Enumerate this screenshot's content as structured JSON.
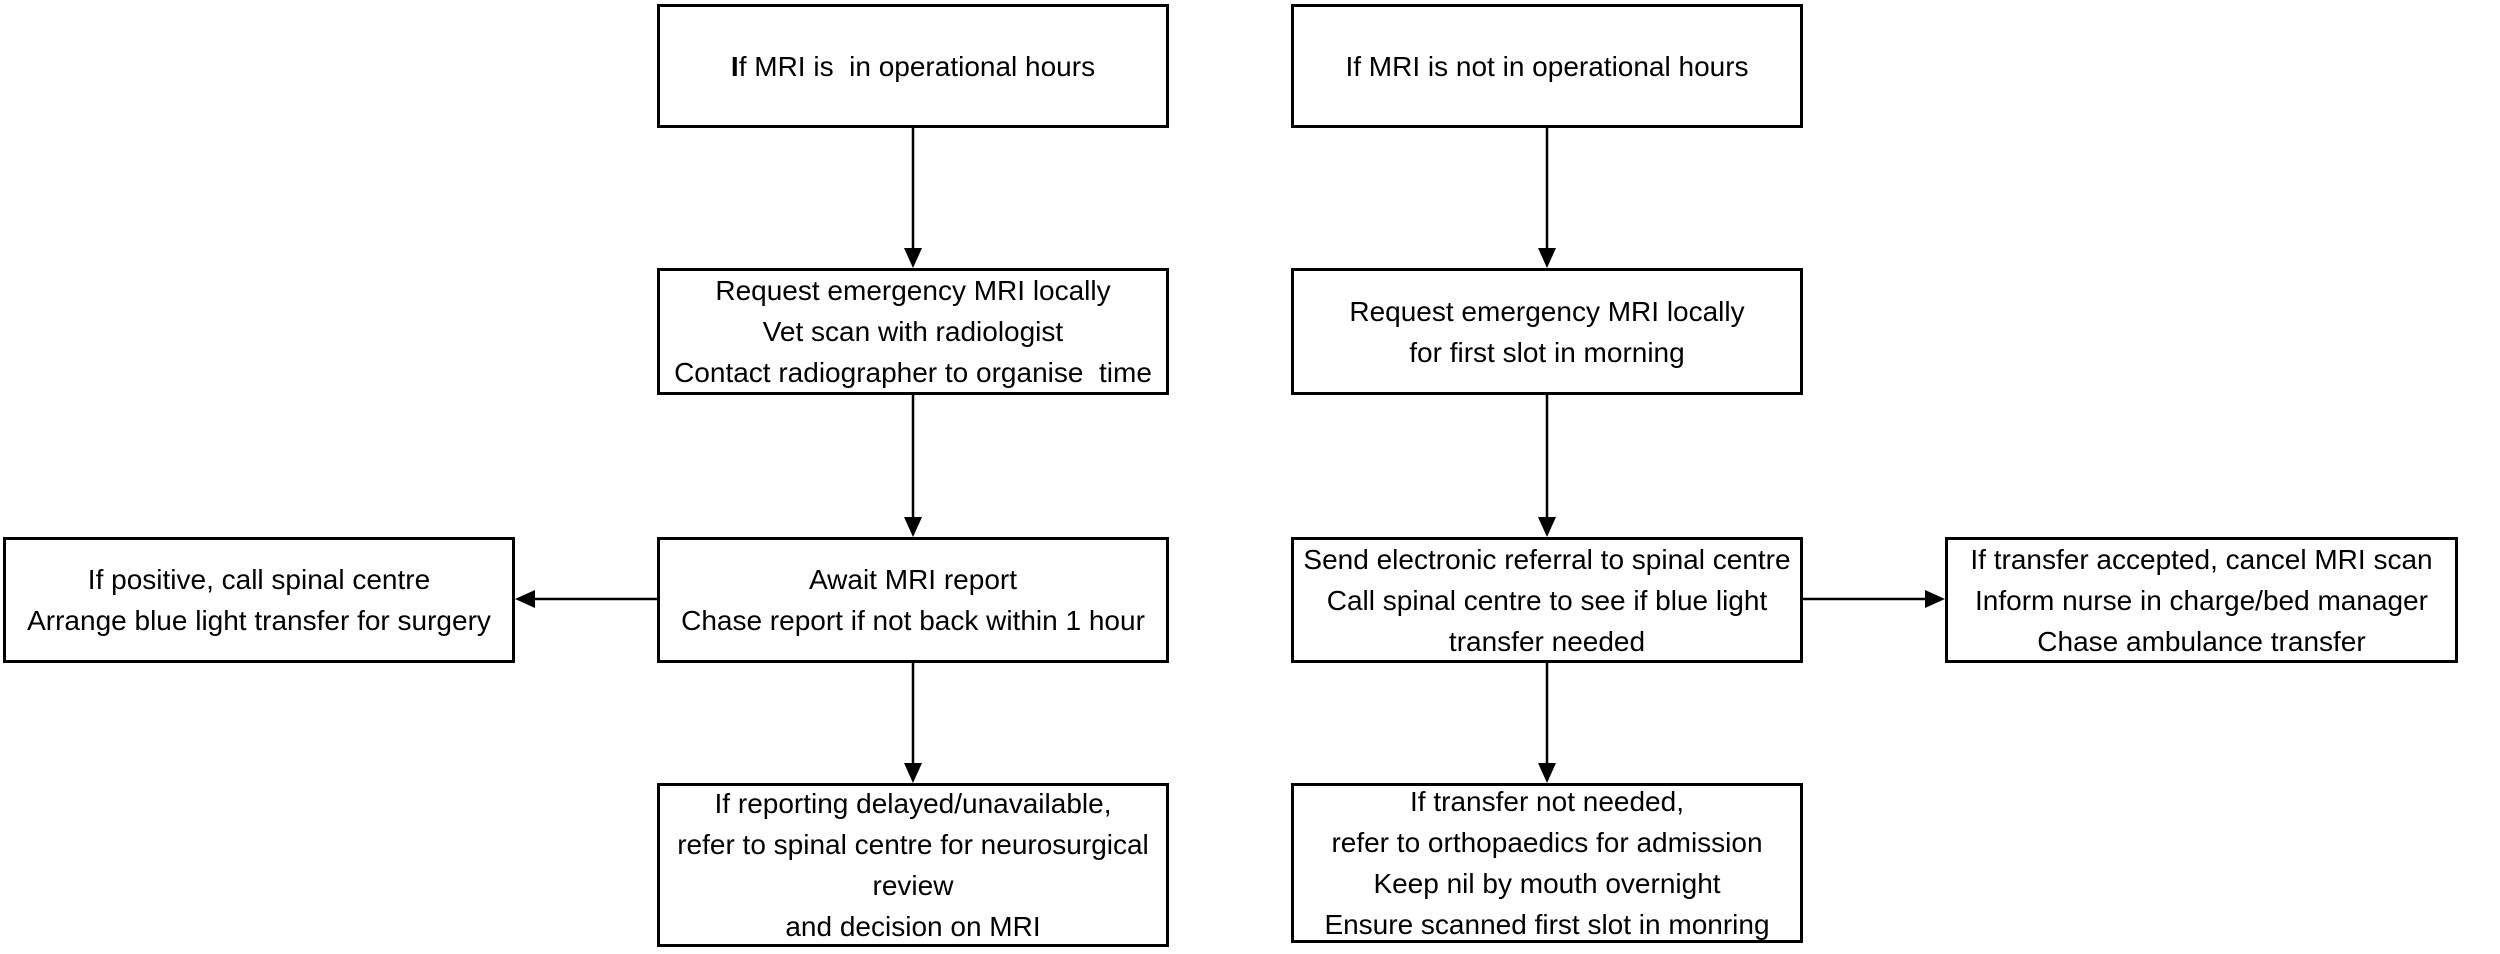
{
  "flowchart": {
    "background_color": "#ffffff",
    "line_color": "#000000",
    "text_color": "#000000",
    "boxes": [
      {
        "id": "box-if-mri-in-operational-hours",
        "lines": [
          "If MRI is  in operational hours"
        ]
      },
      {
        "id": "box-if-mri-not-in-operational-hours",
        "lines": [
          "If MRI is not in operational hours"
        ]
      },
      {
        "id": "box-request-mri-locally",
        "lines": [
          "Request emergency MRI locally",
          "Vet scan with radiologist",
          "Contact radiographer to organise  time"
        ]
      },
      {
        "id": "box-request-mri-first-slot",
        "lines": [
          "Request emergency MRI locally",
          "for first slot in morning"
        ]
      },
      {
        "id": "box-if-positive-call-spinal-centre",
        "lines": [
          "If positive, call spinal centre",
          "Arrange blue light transfer for surgery"
        ]
      },
      {
        "id": "box-await-mri-report",
        "lines": [
          "Await MRI report",
          "Chase report if not back within 1 hour"
        ]
      },
      {
        "id": "box-send-electronic-referral",
        "lines": [
          "Send electronic referral to spinal centre",
          "Call spinal centre to see if blue light",
          "transfer needed"
        ]
      },
      {
        "id": "box-if-transfer-accepted",
        "lines": [
          "If transfer accepted, cancel MRI scan",
          "Inform nurse in charge/bed manager",
          "Chase ambulance transfer"
        ]
      },
      {
        "id": "box-if-reporting-delayed",
        "lines": [
          "If reporting delayed/unavailable,",
          "refer to spinal centre for neurosurgical",
          "review",
          "and decision on MRI"
        ]
      },
      {
        "id": "box-if-transfer-not-needed",
        "lines": [
          "If transfer not needed,",
          "refer to orthopaedics for admission",
          "Keep nil by mouth overnight",
          "Ensure scanned first slot in monring"
        ]
      }
    ],
    "edges": [
      {
        "from": "box-if-mri-in-operational-hours",
        "to": "box-request-mri-locally",
        "direction": "down"
      },
      {
        "from": "box-request-mri-locally",
        "to": "box-await-mri-report",
        "direction": "down"
      },
      {
        "from": "box-await-mri-report",
        "to": "box-if-positive-call-spinal-centre",
        "direction": "left"
      },
      {
        "from": "box-await-mri-report",
        "to": "box-if-reporting-delayed",
        "direction": "down"
      },
      {
        "from": "box-if-mri-not-in-operational-hours",
        "to": "box-request-mri-first-slot",
        "direction": "down"
      },
      {
        "from": "box-request-mri-first-slot",
        "to": "box-send-electronic-referral",
        "direction": "down"
      },
      {
        "from": "box-send-electronic-referral",
        "to": "box-if-transfer-accepted",
        "direction": "right"
      },
      {
        "from": "box-send-electronic-referral",
        "to": "box-if-transfer-not-needed",
        "direction": "down"
      }
    ]
  }
}
